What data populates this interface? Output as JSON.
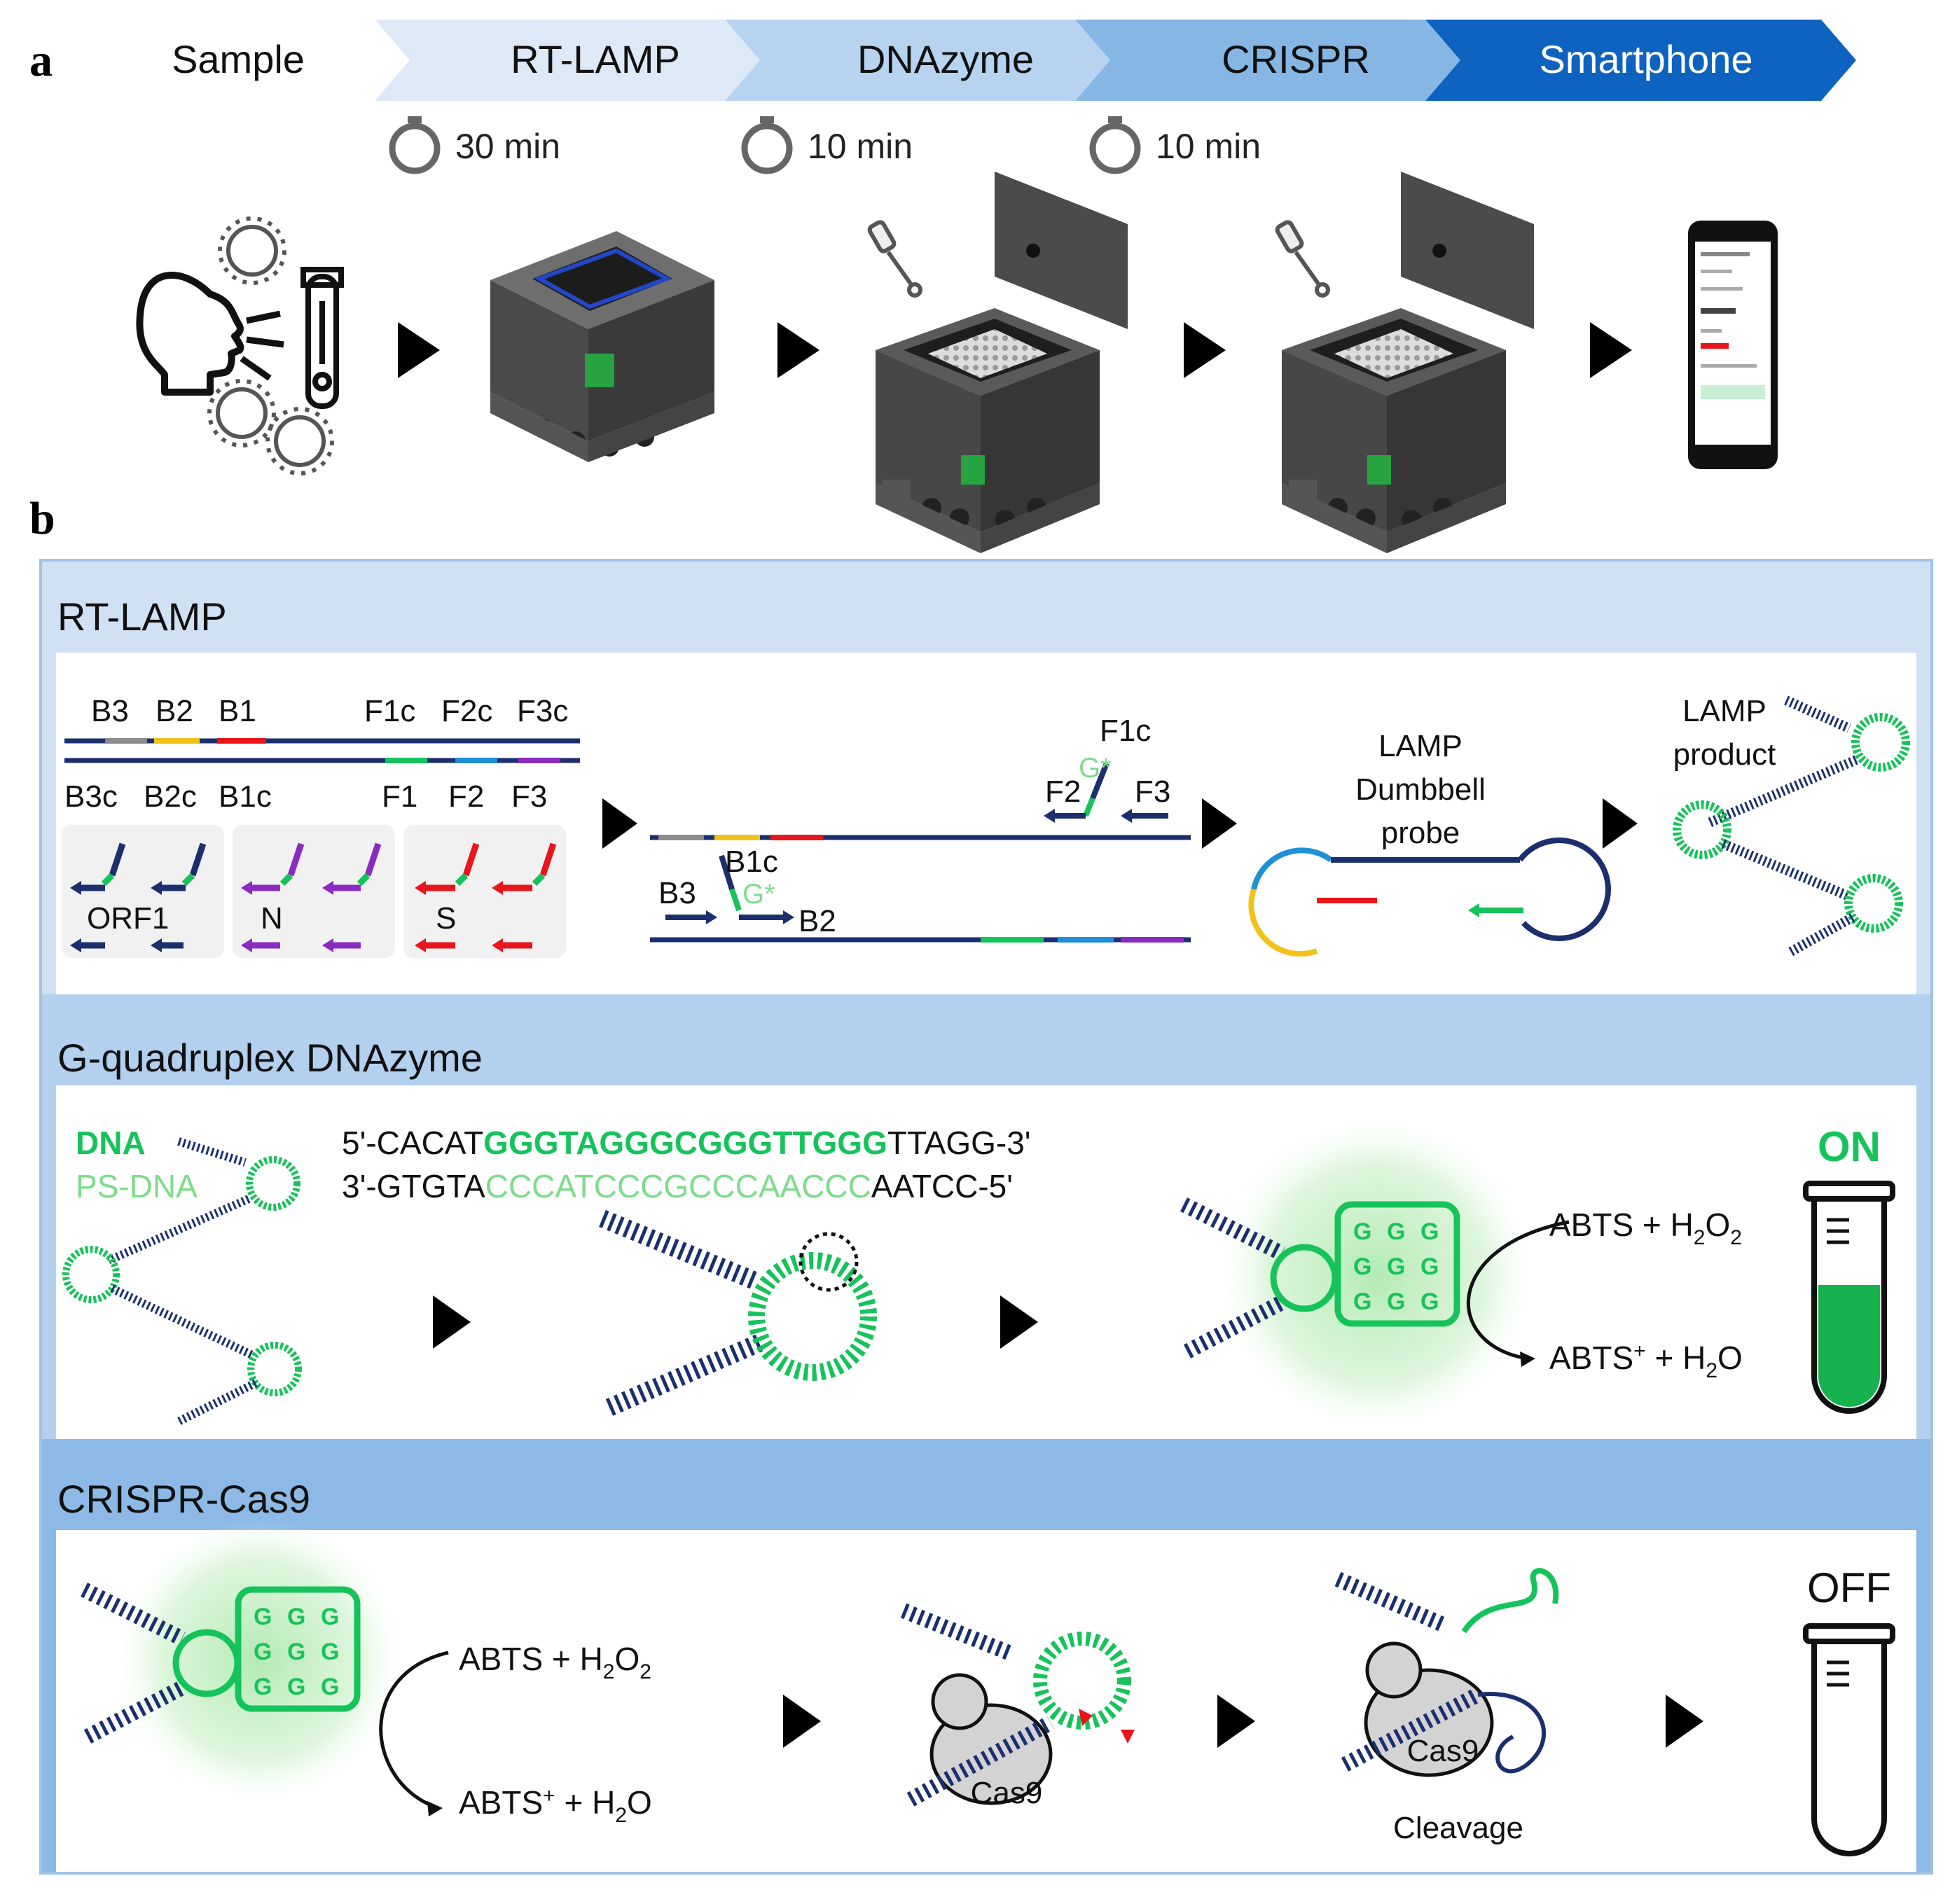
{
  "panel_a": {
    "label": "a",
    "steps": [
      {
        "label": "Sample"
      },
      {
        "label": "RT-LAMP",
        "time": "30 min"
      },
      {
        "label": "DNAzyme",
        "time": "10 min"
      },
      {
        "label": "CRISPR",
        "time": "10 min"
      },
      {
        "label": "Smartphone"
      }
    ]
  },
  "panel_b": {
    "label": "b",
    "rtlamp": {
      "title": "RT-LAMP",
      "top_primers": [
        "B3",
        "B2",
        "B1",
        "F1c",
        "F2c",
        "F3c"
      ],
      "bottom_primers": [
        "B3c",
        "B2c",
        "B1c",
        "F1",
        "F2",
        "F3"
      ],
      "targets": [
        "ORF1",
        "N",
        "S"
      ],
      "strand_labels": {
        "f1c": "F1c",
        "f2": "F2",
        "f3": "F3",
        "b1c": "B1c",
        "b3": "B3",
        "b2": "B2",
        "g": "G*"
      },
      "probe_label": [
        "LAMP",
        "Dumbbell",
        "probe"
      ],
      "product_label": [
        "LAMP",
        "product"
      ]
    },
    "dnazyme": {
      "title": "G-quadruplex DNAzyme",
      "legend_dna": "DNA",
      "legend_psdna": "PS-DNA",
      "seq1": {
        "prefix": "5'-CACAT",
        "mid": "GGGTAGGGCGGGTTGGG",
        "suffix": "TTAGG-3'"
      },
      "seq2": {
        "prefix": "3'-GTGTA",
        "mid": "CCCATCCCGCCCAACCC",
        "suffix": "AATCC-5'"
      },
      "reaction_in": {
        "base": "ABTS + H",
        "sub1": "2",
        "mid": "O",
        "sub2": "2"
      },
      "reaction_out": {
        "base": "ABTS",
        "sup": "+",
        "mid": " + H",
        "sub": "2",
        "end": "O"
      },
      "status": "ON"
    },
    "crispr": {
      "title": "CRISPR-Cas9",
      "reaction_in": {
        "base": "ABTS + H",
        "sub1": "2",
        "mid": "O",
        "sub2": "2"
      },
      "reaction_out": {
        "base": "ABTS",
        "sup": "+",
        "mid": " + H",
        "sub": "2",
        "end": "O"
      },
      "cas9_label": "Cas9",
      "cleavage_label": "Cleavage",
      "status": "OFF"
    }
  },
  "colors": {
    "navy": "#1b2f6e",
    "green": "#16c35a",
    "light_green": "#7ddc8a",
    "red": "#e8151c",
    "yellow": "#f2c21b",
    "purple": "#8a2bbf",
    "blue": "#1f8fd6",
    "grey": "#8c8c8c",
    "band": "#cfe1f3",
    "band_dark": "#9fc3e6",
    "chevron": [
      "#dde9f7",
      "#b4d1ee",
      "#80b2e2",
      "#3f8ad2",
      "#0d63bf"
    ]
  }
}
